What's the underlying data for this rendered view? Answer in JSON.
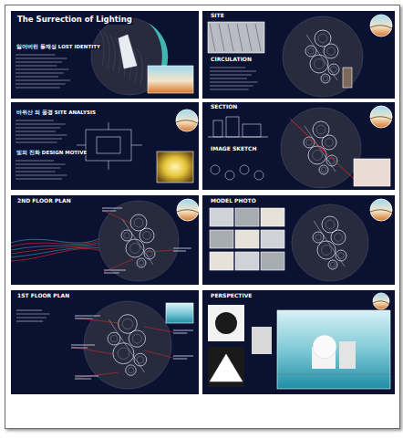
{
  "diagram": {
    "nodes": [
      {
        "text": [
          "The Surrection of Lighting",
          "잃어버린 동재성 LOST IDENTITY"
        ]
      },
      {
        "text": [
          "SITE",
          "CIRCULATION"
        ]
      },
      {
        "text": [
          "바위산 의 풍경 SITE ANALYSIS",
          "빛의 진화 DESIGN MOTIVE"
        ]
      },
      {
        "text": [
          "SECTION",
          "IMAGE SKETCH"
        ]
      },
      {
        "text": [
          "2ND FLOOR PLAN"
        ]
      },
      {
        "text": [
          "MODEL PHOTO"
        ]
      },
      {
        "text": [
          "1ST FLOOR PLAN"
        ]
      },
      {
        "text": [
          "PERSPECTIVE"
        ]
      }
    ]
  }
}
